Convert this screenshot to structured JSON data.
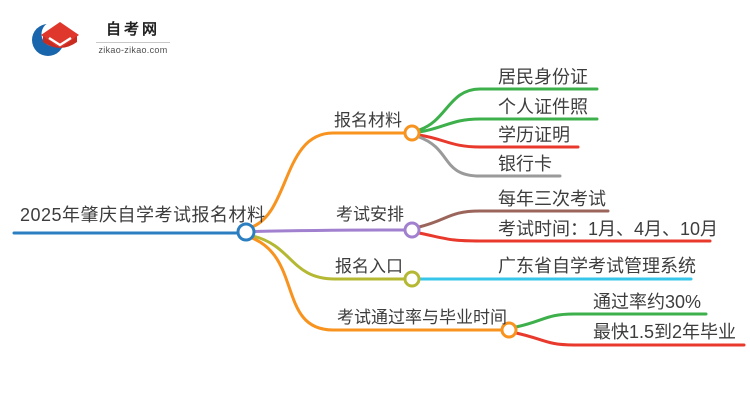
{
  "header": {
    "site_name": "自考网",
    "site_url": "zikao-zikao.com",
    "logo_icon": "graduation-cap-icon",
    "logo_colors": {
      "crescent_blue": "#1a66ad",
      "cap_red": "#e0372c",
      "cap_shadow_red": "#c92b20"
    }
  },
  "mindmap": {
    "root": {
      "label": "2025年肇庆自学考试报名材料",
      "color": "#2b7fc0"
    },
    "branches": [
      {
        "label": "报名材料",
        "color": "#f7931e",
        "children": [
          {
            "label": "居民身份证",
            "color": "#3db04b"
          },
          {
            "label": "个人证件照",
            "color": "#3db04b"
          },
          {
            "label": "学历证明",
            "color": "#e8392c"
          },
          {
            "label": "银行卡",
            "color": "#9a9a9a"
          }
        ]
      },
      {
        "label": "考试安排",
        "color": "#a181cf",
        "children": [
          {
            "label": "每年三次考试",
            "color": "#9b655b"
          },
          {
            "label": "考试时间：1月、4月、10月",
            "color": "#e8392c"
          }
        ]
      },
      {
        "label": "报名入口",
        "color": "#b4b832",
        "children": [
          {
            "label": "广东省自学考试管理系统",
            "color": "#36c6e9"
          }
        ]
      },
      {
        "label": "考试通过率与毕业时间",
        "color": "#f7931e",
        "children": [
          {
            "label": "通过率约30%",
            "color": "#3db04b"
          },
          {
            "label": "最快1.5到2年毕业",
            "color": "#e8392c"
          }
        ]
      }
    ]
  }
}
